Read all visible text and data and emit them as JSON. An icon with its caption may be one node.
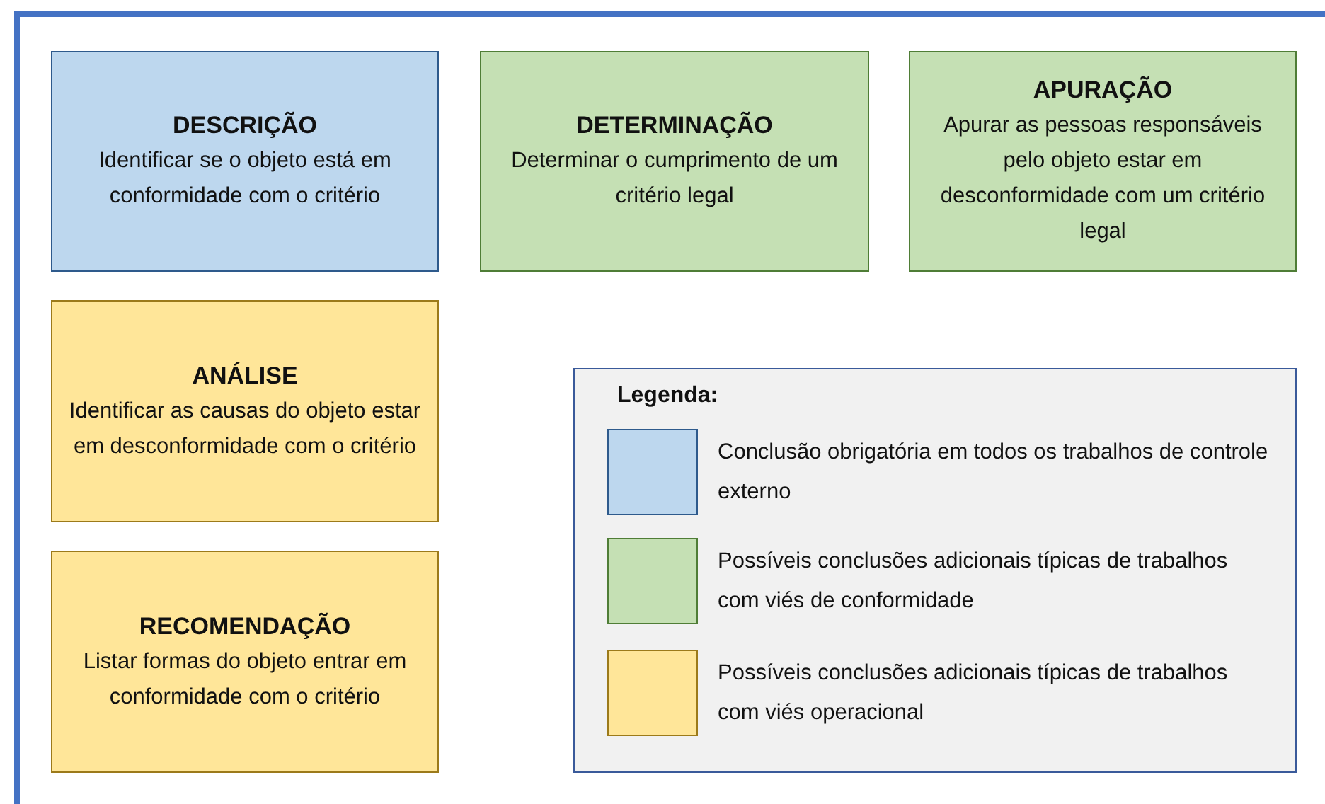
{
  "diagram": {
    "nodes": [
      {
        "text": [
          "DESCRIÇÃO",
          "Identificar se o objeto está em conformidade com o critério"
        ]
      },
      {
        "text": [
          "DETERMINAÇÃO",
          "Determinar o cumprimento de um critério legal"
        ]
      },
      {
        "text": [
          "APURAÇÃO",
          "Apurar as pessoas responsáveis pelo objeto estar em desconformidade com um critério legal"
        ]
      },
      {
        "text": [
          "ANÁLISE",
          "Identificar as causas do objeto estar em desconformidade com o critério"
        ]
      },
      {
        "text": [
          "RECOMENDAÇÃO",
          "Listar formas do objeto entrar em conformidade com o critério"
        ]
      }
    ],
    "edges": [],
    "labels": [
      "Legenda:"
    ],
    "legend": [
      {
        "text": "Conclusão obrigatória em todos os trabalhos de controle externo",
        "color": "#bdd7ee"
      },
      {
        "text": "Possíveis conclusões adicionais típicas de trabalhos com viés de conformidade",
        "color": "#c5e0b4"
      },
      {
        "text": "Possíveis conclusões adicionais típicas de trabalhos com viés operacional",
        "color": "#ffe699"
      }
    ]
  }
}
